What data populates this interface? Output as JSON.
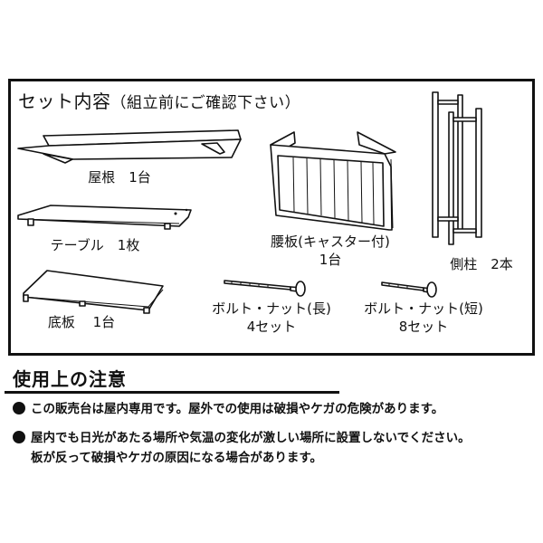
{
  "set_contents": {
    "title": "セット内容",
    "subtitle": "（組立前にご確認下さい）",
    "items": [
      {
        "name": "屋根",
        "qty": "1台",
        "label": "屋根　1台"
      },
      {
        "name": "テーブル",
        "qty": "1枚",
        "label": "テーブル　1枚"
      },
      {
        "name": "底板",
        "qty": "1台",
        "label": "底板　 1台"
      },
      {
        "name": "腰板(キャスター付)",
        "qty": "1台",
        "label_line1": "腰板(キャスター付)",
        "label_line2": "1台"
      },
      {
        "name": "側柱",
        "qty": "2本",
        "label": "側柱　2本"
      },
      {
        "name": "ボルト・ナット(長)",
        "qty": "4セット",
        "label_line1": "ボルト・ナット(長)",
        "label_line2": "4セット"
      },
      {
        "name": "ボルト・ナット(短)",
        "qty": "8セット",
        "label_line1": "ボルト・ナット(短)",
        "label_line2": "8セット"
      }
    ]
  },
  "cautions": {
    "heading": "使用上の注意",
    "notes": [
      {
        "line1": "この販売台は屋内専用です。屋外での使用は破損やケガの危険があります。"
      },
      {
        "line1": "屋内でも日光があたる場所や気温の変化が激しい場所に設置しないでください。",
        "line2": "板が反って破損やケガの原因になる場合があります。"
      }
    ]
  },
  "icons": {
    "bullet": "black-circle",
    "roof": "roof-illustration",
    "table": "table-board-illustration",
    "base": "base-board-illustration",
    "waist_panel": "waist-panel-illustration",
    "side_posts": "side-post-illustration",
    "bolt": "bolt-illustration"
  },
  "colors": {
    "ink": "#111111",
    "background": "#ffffff"
  }
}
